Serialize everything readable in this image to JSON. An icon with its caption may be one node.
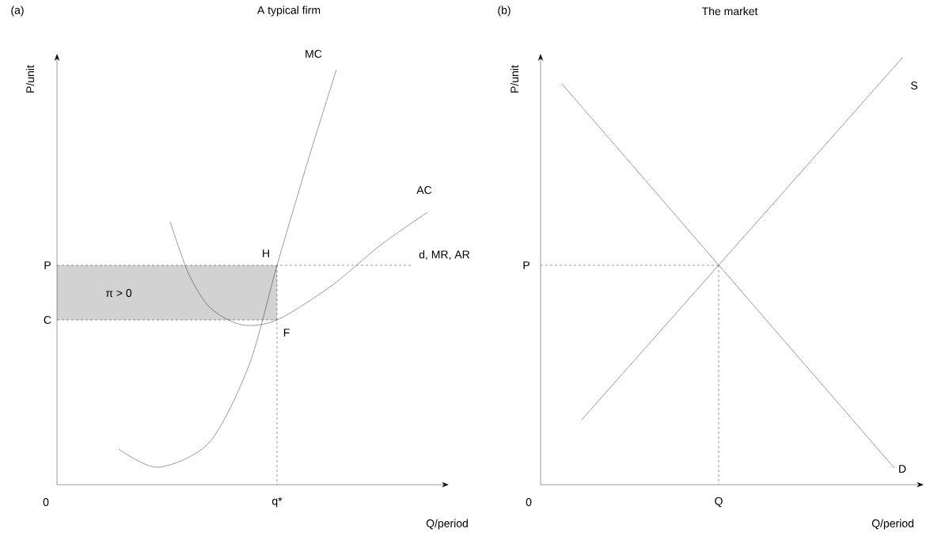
{
  "diagram": {
    "labels": [
      "(a)",
      "A typical firm",
      "(b)",
      "The market",
      "P/unit",
      "MC",
      "AC",
      "P",
      "H",
      "d, MR, AR",
      "π > 0",
      "C",
      "F",
      "0",
      "q*",
      "Q/period",
      "P/unit",
      "S",
      "P",
      "D",
      "0",
      "Q",
      "Q/period"
    ]
  }
}
